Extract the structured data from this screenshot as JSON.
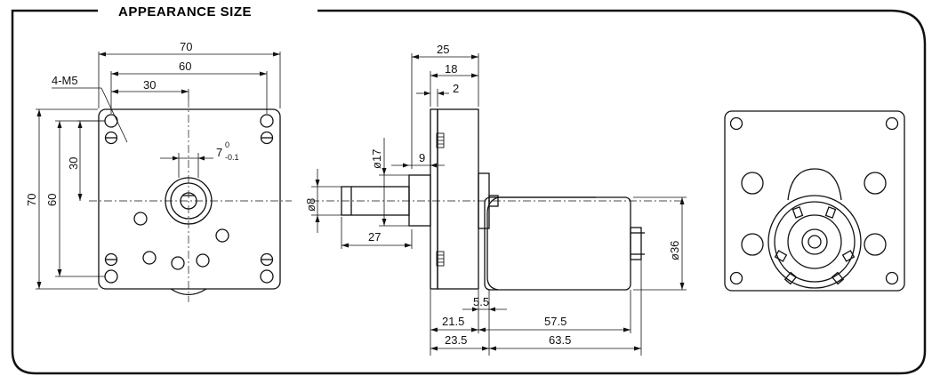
{
  "title": "APPEARANCE SIZE",
  "colors": {
    "ink": "#111111",
    "background": "#ffffff"
  },
  "front_view": {
    "width_overall": "70",
    "hole_spacing_h": "60",
    "shaft_offset_h": "30",
    "height_overall": "70",
    "hole_spacing_v": "60",
    "shaft_offset_v": "30",
    "mount_holes": "4-M5",
    "key_width_main": "7",
    "key_tol_upper": "0",
    "key_tol_lower": "-0.1"
  },
  "side_view": {
    "flange_to_shaft": "25",
    "flange_thickness_a": "18",
    "flange_thickness_b": "2",
    "boss_diameter": "ø17",
    "boss_length": "9",
    "shaft_diameter": "ø8",
    "shaft_length": "27",
    "motor_diameter": "ø36",
    "gap": "5.5",
    "gearbox_len_a": "21.5",
    "motor_len_a": "57.5",
    "gearbox_len_b": "23.5",
    "motor_len_b": "63.5"
  }
}
